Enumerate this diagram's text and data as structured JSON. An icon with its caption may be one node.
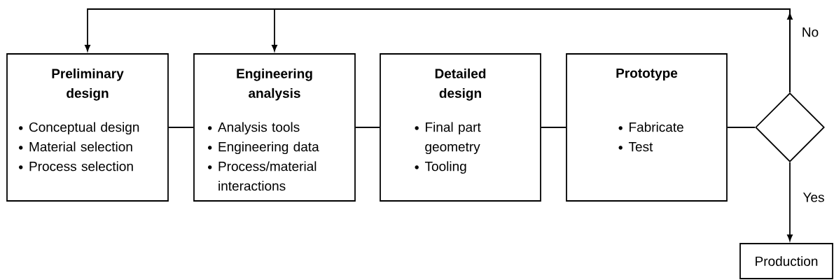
{
  "diagram": {
    "nodes": [
      {
        "text": [
          "Preliminary design",
          "Conceptual design",
          "Material selection",
          "Process selection"
        ]
      },
      {
        "text": [
          "Engineering analysis",
          "Analysis tools",
          "Engineering data",
          "Process/material interactions"
        ]
      },
      {
        "text": [
          "Detailed design",
          "Final part geometry",
          "Tooling"
        ]
      },
      {
        "text": [
          "Prototype",
          "Fabricate",
          "Test"
        ]
      },
      {
        "text": [],
        "shape": "diamond"
      },
      {
        "text": [
          "Production"
        ]
      }
    ],
    "edges": [
      {
        "from": 0,
        "to": 1,
        "arrow": "none"
      },
      {
        "from": 1,
        "to": 2,
        "arrow": "none"
      },
      {
        "from": 2,
        "to": 3,
        "arrow": "none"
      },
      {
        "from": 3,
        "to": 4,
        "arrow": "none"
      },
      {
        "from": 4,
        "to": 5,
        "arrow": "to",
        "label": "Yes"
      },
      {
        "from": 4,
        "to": 0,
        "arrow": "to",
        "label": "No"
      },
      {
        "from": 4,
        "to": 1,
        "arrow": "to"
      }
    ]
  }
}
